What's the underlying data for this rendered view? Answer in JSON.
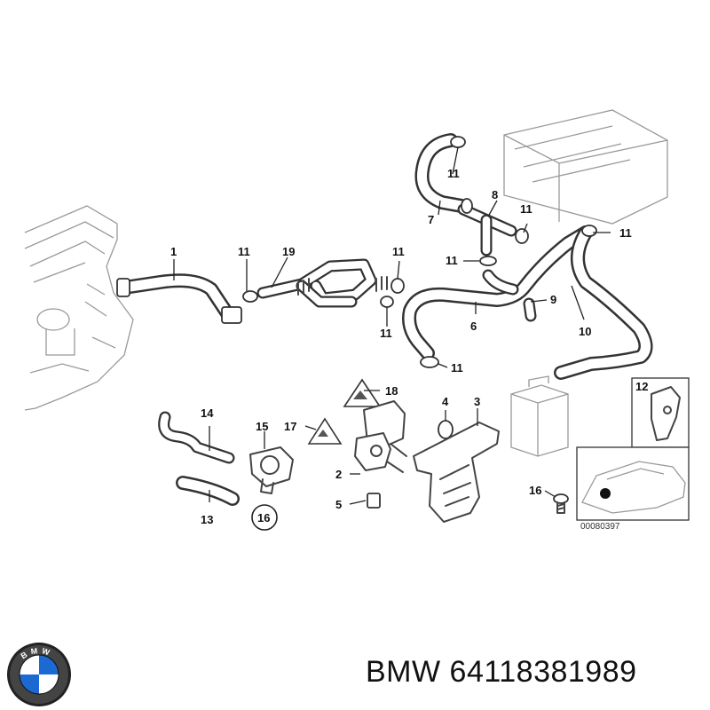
{
  "diagram": {
    "callouts": [
      "1",
      "2",
      "3",
      "4",
      "5",
      "6",
      "7",
      "8",
      "9",
      "10",
      "11",
      "12",
      "13",
      "14",
      "15",
      "16",
      "17",
      "18",
      "19"
    ],
    "circled_callout": "16",
    "drawing_number": "00080397"
  },
  "brand": {
    "name": "BMW",
    "part_number": "64118381989",
    "logo_letters": "BMW"
  }
}
